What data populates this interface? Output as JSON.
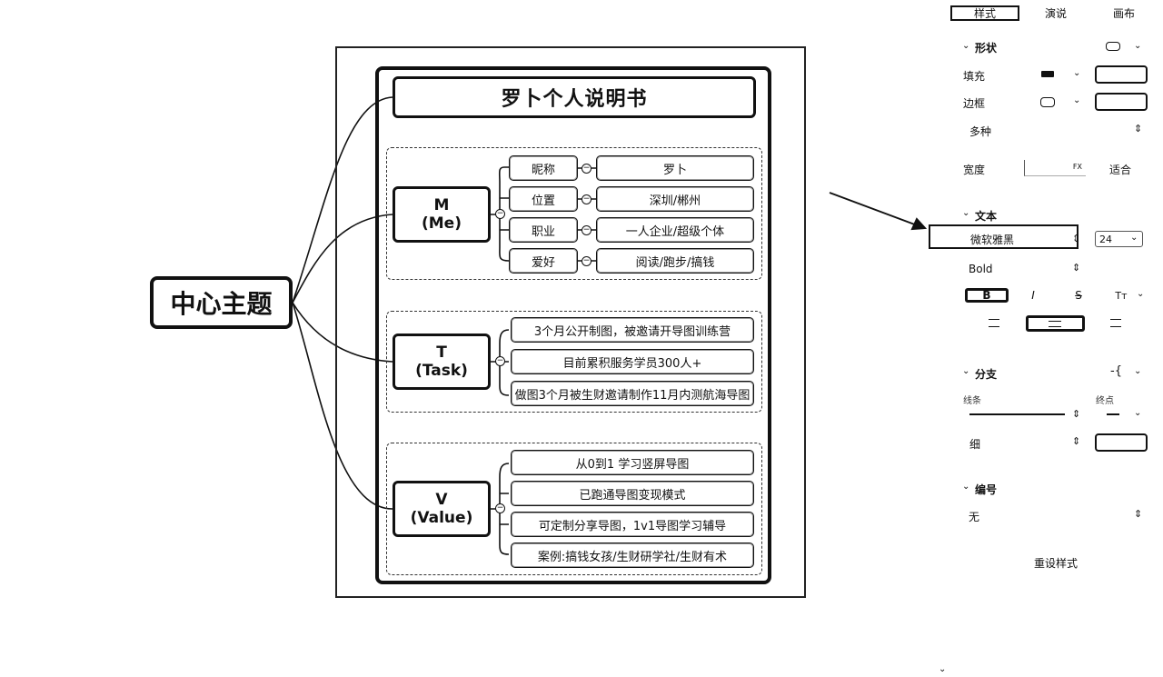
{
  "map": {
    "title": "罗卜个人说明书",
    "center": "中心主题",
    "groups": [
      {
        "main_line1": "M",
        "main_line2": "(Me)",
        "rows": [
          {
            "key": "昵称",
            "value": "罗卜"
          },
          {
            "key": "位置",
            "value": "深圳/郴州"
          },
          {
            "key": "职业",
            "value": "一人企业/超级个体"
          },
          {
            "key": "爱好",
            "value": "阅读/跑步/搞钱"
          }
        ]
      },
      {
        "main_line1": "T",
        "main_line2": "(Task)",
        "items": [
          "3个月公开制图，被邀请开导图训练营",
          "目前累积服务学员300人+",
          "做图3个月被生财邀请制作11月内测航海导图"
        ]
      },
      {
        "main_line1": "V",
        "main_line2": "(Value)",
        "items": [
          "从0到1 学习竖屏导图",
          "已跑通导图变现模式",
          "可定制分享导图，1v1导图学习辅导",
          "案例:搞钱女孩/生财研学社/生财有术"
        ]
      }
    ]
  },
  "panel": {
    "tabs": [
      "样式",
      "演说",
      "画布"
    ],
    "active_tab": "样式",
    "shape": {
      "section": "形状",
      "fill_label": "填充",
      "border_label": "边框",
      "border_style": "多种",
      "width_label": "宽度",
      "width_unit": "FX",
      "fit_label": "适合"
    },
    "text": {
      "section": "文本",
      "font_name": "微软雅黑",
      "font_size": "24",
      "font_weight": "Bold",
      "bold": "B",
      "italic": "I",
      "strike": "S",
      "case": "Tт"
    },
    "branch": {
      "section": "分支",
      "line_label": "线条",
      "end_label": "终点",
      "thickness": "细"
    },
    "numbering": {
      "section": "编号",
      "value": "无"
    },
    "reset": "重设样式",
    "icons": {
      "shape": "rounded-rect-icon",
      "branch": "bracket-icon"
    }
  },
  "colors": {
    "ink": "#111111",
    "fill": "#ffffff"
  }
}
